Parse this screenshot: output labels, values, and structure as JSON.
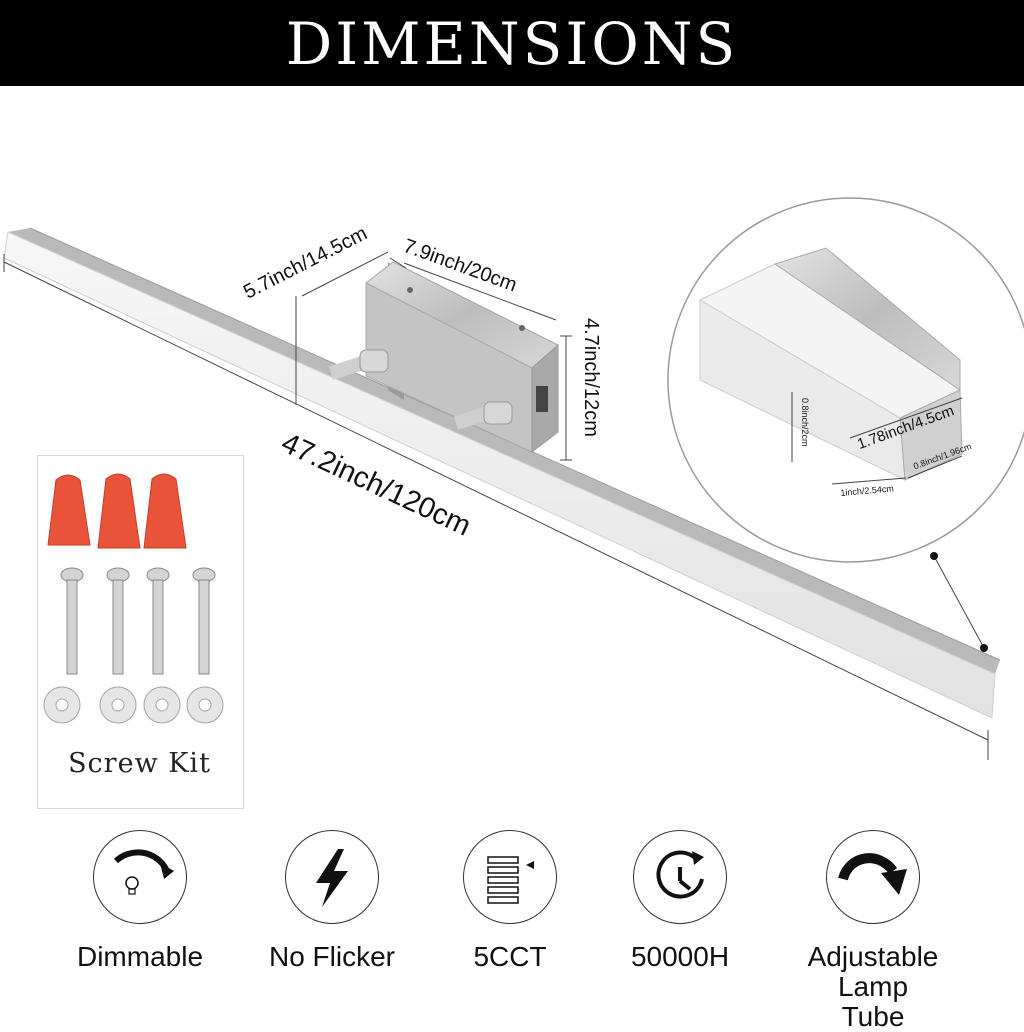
{
  "header": {
    "title": "DIMENSIONS"
  },
  "dimensions": {
    "length": "47.2inch/120cm",
    "base_depth": "5.7inch/14.5cm",
    "base_width": "7.9inch/20cm",
    "base_height": "4.7inch/12cm",
    "profile_width": "1.78inch/4.5cm",
    "profile_height": "0.8inch/2cm",
    "profile_bottom": "1inch/2.54cm",
    "profile_side": "0.8inch/1.96cm"
  },
  "kit": {
    "label": "Screw Kit"
  },
  "features": [
    {
      "label": "Dimmable",
      "icon": "dimmer-bulb-icon"
    },
    {
      "label": "No Flicker",
      "icon": "lightning-icon"
    },
    {
      "label": "5CCT",
      "icon": "color-temperature-icon"
    },
    {
      "label": "50000H",
      "icon": "clock-icon"
    },
    {
      "label": "Adjustable",
      "label2": "Lamp Tube",
      "icon": "rotate-arrow-icon"
    }
  ],
  "colors": {
    "banner": "#000000",
    "nut": "#e8533a",
    "metal": "#c9c9c9"
  }
}
